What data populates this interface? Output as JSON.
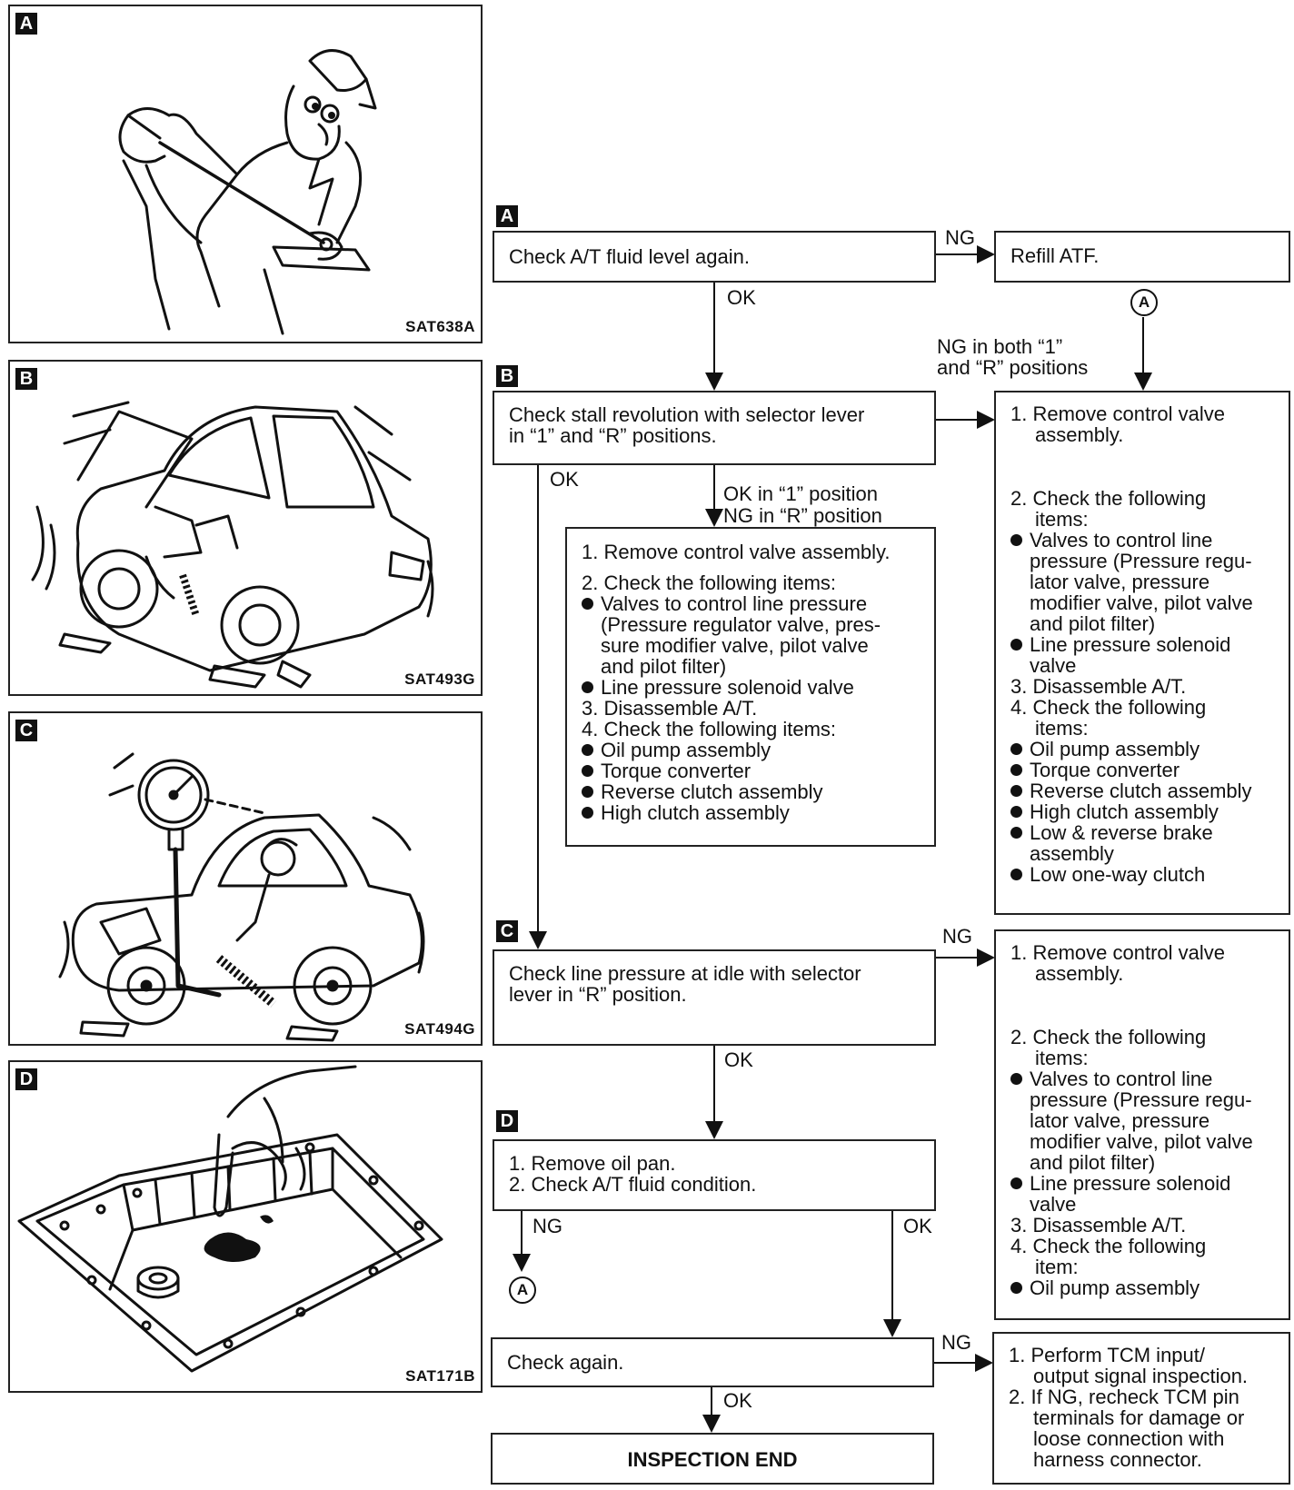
{
  "panels": [
    {
      "letter": "A",
      "code": "SAT638A"
    },
    {
      "letter": "B",
      "code": "SAT493G"
    },
    {
      "letter": "C",
      "code": "SAT494G"
    },
    {
      "letter": "D",
      "code": "SAT171B"
    }
  ],
  "flow": {
    "stepA": {
      "tag": "A",
      "text": "Check A/T fluid level again."
    },
    "refill": {
      "text": "Refill ATF."
    },
    "stepB": {
      "tag": "B",
      "lines": [
        "Check stall revolution with selector lever",
        "in “1” and “R” positions."
      ]
    },
    "stepC": {
      "tag": "C",
      "lines": [
        "Check line pressure at idle with selector",
        "lever in “R” position."
      ]
    },
    "stepD": {
      "tag": "D",
      "lines": [
        "1. Remove oil pan.",
        "2. Check A/T fluid condition."
      ]
    },
    "checkAgain": {
      "text": "Check again."
    },
    "end": {
      "text": "INSPECTION END"
    },
    "connector": "A",
    "labels": {
      "ng": "NG",
      "ok": "OK",
      "ngBoth1": "NG in both “1”",
      "ngBoth2": "and “R” positions",
      "okIn1": "OK in “1” position",
      "ngInR": "NG in “R” position"
    },
    "midBox": {
      "l1": "1. Remove control valve assembly.",
      "l2": "2. Check the following items:",
      "l3": "Valves to control line pressure",
      "l4": "(Pressure regulator valve, pres-",
      "l5": "sure modifier valve, pilot valve",
      "l6": "and pilot filter)",
      "l7": "Line pressure solenoid valve",
      "l8": "3. Disassemble A/T.",
      "l9": "4. Check the following items:",
      "l10": "Oil pump assembly",
      "l11": "Torque converter",
      "l12": "Reverse clutch assembly",
      "l13": "High clutch assembly"
    },
    "rightBox1": {
      "l1": "1. Remove control valve",
      "l2": "assembly.",
      "l3": "2. Check the following",
      "l4": "items:",
      "l5": "Valves to control line",
      "l6": "pressure (Pressure regu-",
      "l7": "lator valve, pressure",
      "l8": "modifier valve, pilot valve",
      "l9": "and pilot filter)",
      "l10": "Line pressure solenoid",
      "l11": "valve",
      "l12": "3. Disassemble A/T.",
      "l13": "4. Check the following",
      "l14": "items:",
      "l15": "Oil pump assembly",
      "l16": "Torque converter",
      "l17": "Reverse clutch assembly",
      "l18": "High clutch assembly",
      "l19": "Low & reverse brake",
      "l20": "assembly",
      "l21": "Low one-way clutch"
    },
    "rightBox2": {
      "l1": "1. Remove control valve",
      "l2": "assembly.",
      "l3": "2. Check the following",
      "l4": "items:",
      "l5": "Valves to control line",
      "l6": "pressure (Pressure regu-",
      "l7": "lator valve, pressure",
      "l8": "modifier valve, pilot valve",
      "l9": "and pilot filter)",
      "l10": "Line pressure solenoid",
      "l11": "valve",
      "l12": "3. Disassemble A/T.",
      "l13": "4. Check the following",
      "l14": "item:",
      "l15": "Oil pump assembly"
    },
    "rightBox3": {
      "l1": "1. Perform TCM input/",
      "l2": "output signal inspection.",
      "l3": "2. If NG, recheck TCM pin",
      "l4": "terminals for damage or",
      "l5": "loose connection with",
      "l6": "harness connector."
    }
  }
}
